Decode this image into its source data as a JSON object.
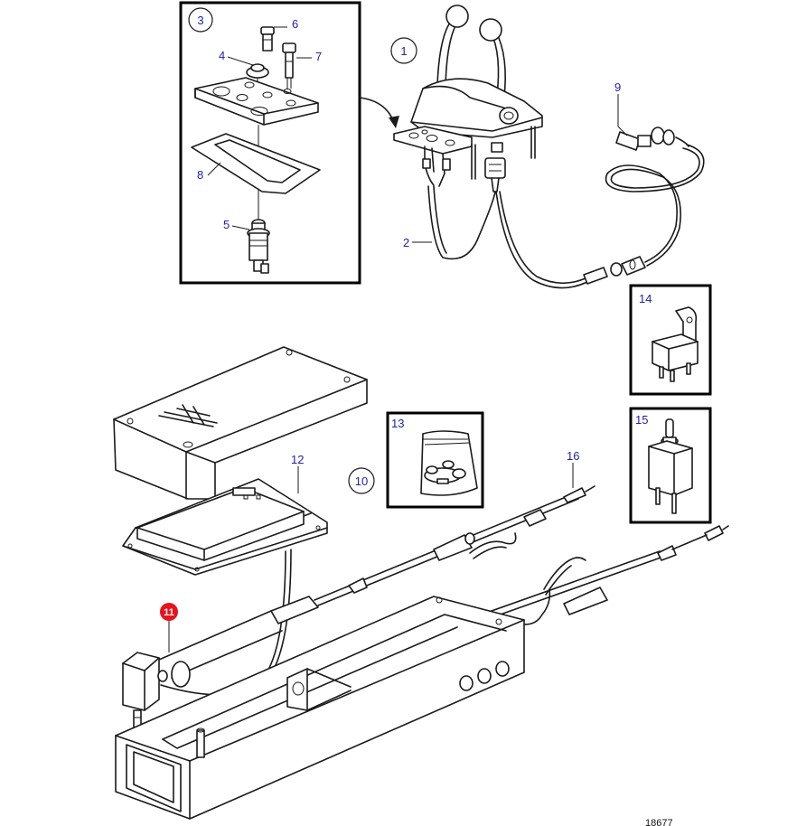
{
  "callouts": {
    "c1": "1",
    "c2": "2",
    "c3": "3",
    "c4": "4",
    "c5": "5",
    "c6": "6",
    "c7": "7",
    "c8": "8",
    "c9": "9",
    "c10": "10",
    "c11": "11",
    "c12": "12",
    "c13": "13",
    "c14": "14",
    "c15": "15",
    "c16": "16"
  },
  "drawing_ref": "18677",
  "colors": {
    "line": "#1a1a1a",
    "callout_text": "#2222aa",
    "highlight": "#e8121c"
  }
}
